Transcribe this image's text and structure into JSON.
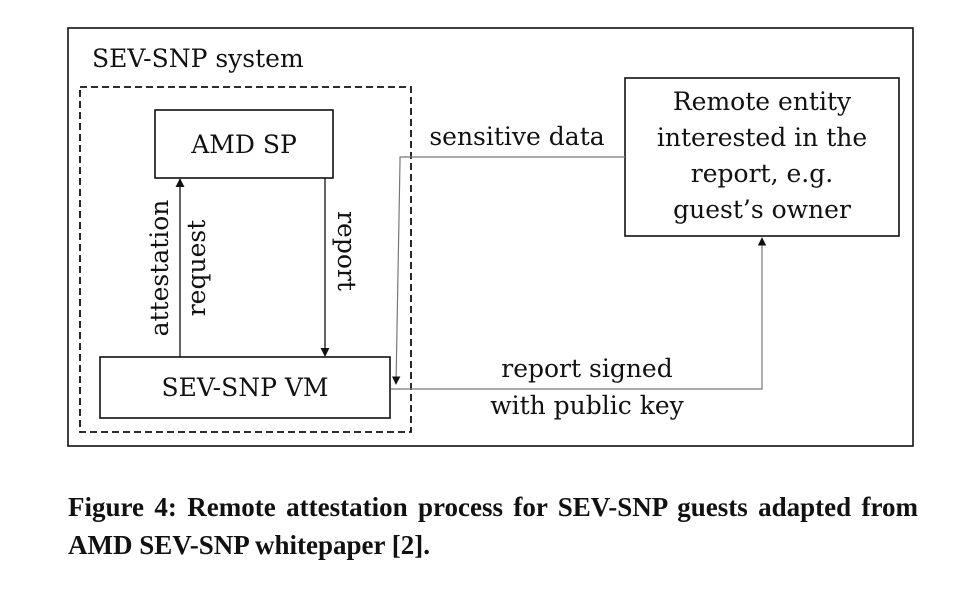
{
  "diagram": {
    "system_label": "SEV-SNP system",
    "amd_sp_label": "AMD SP",
    "vm_label": "SEV-SNP VM",
    "remote_entity_lines": [
      "Remote entity",
      "interested in the",
      "report, e.g.",
      "guest’s owner"
    ],
    "edge_labels": {
      "attestation": "attestation",
      "request": "request",
      "report": "report",
      "sensitive_data": "sensitive data",
      "report_signed_line1": "report signed",
      "report_signed_line2": "with public key"
    }
  },
  "caption": "Figure 4: Remote attestation process for SEV-SNP guests adapted from AMD SEV-SNP whitepaper [2]."
}
